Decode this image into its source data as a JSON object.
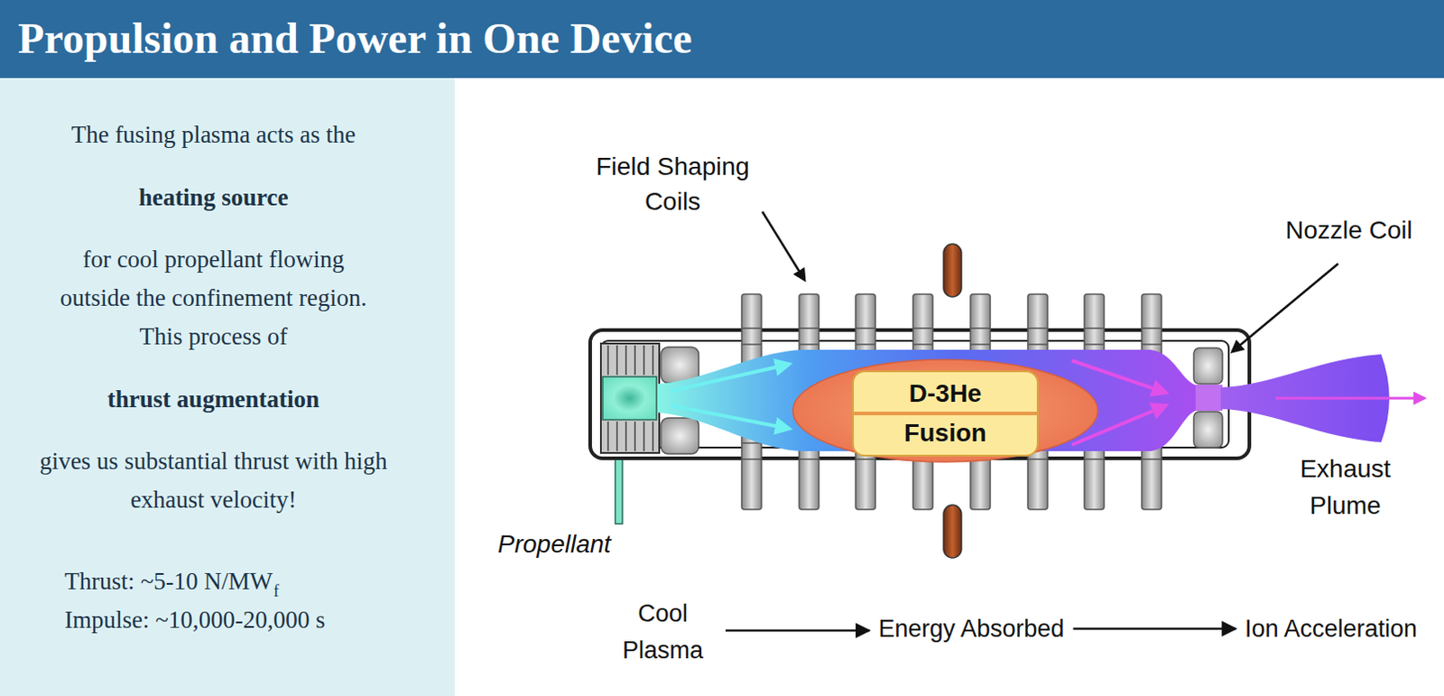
{
  "diagram": {
    "title": "Propulsion and Power in One Device",
    "nodes": [
      {
        "text": [
          "D-3He Fusion"
        ]
      },
      {
        "text": [
          "Cool Plasma"
        ]
      },
      {
        "text": [
          "Energy Absorbed"
        ]
      },
      {
        "text": [
          "Ion Acceleration"
        ]
      }
    ],
    "edges": [
      {
        "from": 1,
        "to": 2,
        "arrow": "to"
      },
      {
        "from": 2,
        "to": 3,
        "arrow": "to"
      }
    ],
    "labels": [
      "The fusing plasma acts as the",
      "heating source",
      "for cool propellant flowing outside the confinement region. This process of",
      "thrust augmentation",
      "gives us substantial thrust with high exhaust velocity!",
      "Thrust: ~5-10 N/MW",
      "f",
      "Impulse: ~10,000-20,000 s",
      "Field Shaping Coils",
      "Nozzle Coil",
      "Exhaust Plume",
      "Propellant"
    ]
  }
}
